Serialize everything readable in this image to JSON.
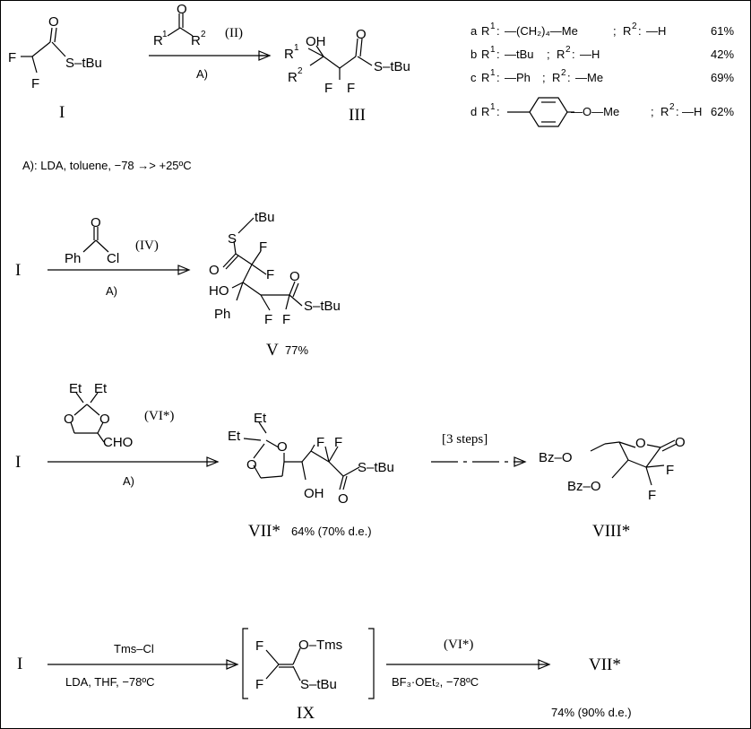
{
  "scheme1": {
    "cpd_I": "I",
    "cpd_III": "III",
    "reagent_II": "(II)",
    "conditions": "A)",
    "I_F1": "F",
    "I_F2": "F",
    "I_O": "O",
    "I_S": "S–tBu",
    "II_R1": "R",
    "II_R1_sup": "1",
    "II_O": "O",
    "II_R2": "R",
    "II_R2_sup": "2",
    "III_OH": "OH",
    "III_R1": "R",
    "III_R1_sup": "1",
    "III_R2": "R",
    "III_R2_sup": "2",
    "III_F1": "F",
    "III_F2": "F",
    "III_O": "O",
    "III_S": "S–tBu"
  },
  "substituents": [
    {
      "letter": "a",
      "r1": "—(CH₂)₄—Me",
      "r2": "—H",
      "yield": "61%"
    },
    {
      "letter": "b",
      "r1": "—tBu",
      "r2": "—H",
      "yield": "42%"
    },
    {
      "letter": "c",
      "r1": "—Ph",
      "r2": "—Me",
      "yield": "69%"
    },
    {
      "letter": "d",
      "r1": "—O—Me",
      "r2": "—H",
      "yield": "62%"
    }
  ],
  "labels": {
    "R1": "R",
    "R2": "R",
    "sup1": "1",
    "sup2": "2",
    "colon": ":",
    "semi": ";"
  },
  "conditions_A": "A): LDA,   toluene,   −78 →> +25ºC",
  "scheme2": {
    "cpd_I": "I",
    "reagent_IV": "(IV)",
    "conditions": "A)",
    "IV_Ph": "Ph",
    "IV_O": "O",
    "IV_Cl": "Cl",
    "V_tBu": "tBu",
    "V_S": "S",
    "V_O1": "O",
    "V_F1": "F",
    "V_F2": "F",
    "V_HO": "HO",
    "V_Ph": "Ph",
    "V_F3": "F",
    "V_F4": "F",
    "V_O2": "O",
    "V_S2": "S–tBu",
    "cpd_V": "V",
    "yield_V": "77%"
  },
  "scheme3": {
    "cpd_I": "I",
    "reagent_VI": "(VI*)",
    "conditions": "A)",
    "three_steps": "[3 steps]",
    "VI_Et1": "Et",
    "VI_Et2": "Et",
    "VI_O1": "O",
    "VI_O2": "O",
    "VI_CHO": "CHO",
    "VII_Et1": "Et",
    "VII_Et2": "Et",
    "VII_O1": "O",
    "VII_O2": "O",
    "VII_F1": "F",
    "VII_F2": "F",
    "VII_OH": "OH",
    "VII_O3": "O",
    "VII_S": "S–tBu",
    "cpd_VII": "VII*",
    "yield_VII": "64% (70% d.e.)",
    "VIII_Bz1": "Bz–O",
    "VIII_O": "O",
    "VIII_O2": "O",
    "VIII_Bz2": "Bz–O",
    "VIII_F1": "F",
    "VIII_F2": "F",
    "cpd_VIII": "VIII*"
  },
  "scheme4": {
    "cpd_I": "I",
    "reagent_top": "Tms–Cl",
    "reagent_bottom": "LDA,   THF,   −78ºC",
    "IX_F1": "F",
    "IX_F2": "F",
    "IX_OTms": "O–Tms",
    "IX_S": "S–tBu",
    "cpd_IX": "IX",
    "reagent_VI": "(VI*)",
    "reagent_BF3": "BF₃·OEt₂,   −78ºC",
    "cpd_VII": "VII*",
    "yield_VII": "74% (90% d.e.)"
  }
}
